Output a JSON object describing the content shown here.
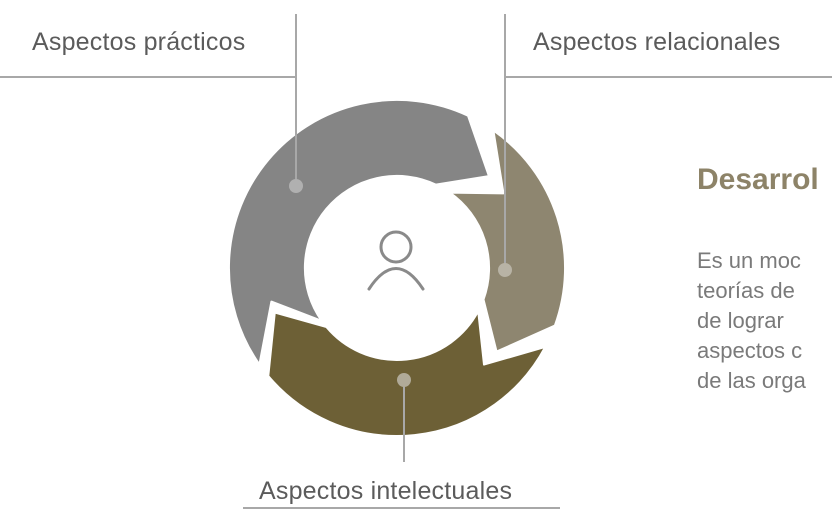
{
  "segments": [
    {
      "label": "Aspectos prácticos",
      "color": "#858585"
    },
    {
      "label": "Aspectos relacionales",
      "color": "#8e8670"
    },
    {
      "label": "Aspectos intelectuales",
      "color": "#6d6036"
    }
  ],
  "center_icon": "user-icon",
  "description": {
    "title": "Desarrol",
    "lines": [
      "Es un moc",
      "teorías de",
      "de lograr",
      "aspectos c",
      "de las orga"
    ]
  },
  "colors": {
    "line": "#a8a8a8",
    "label_text": "#5b5b5b",
    "title": "#8d8368",
    "body_text": "#7a7a7a",
    "icon": "#8a8a8a"
  }
}
